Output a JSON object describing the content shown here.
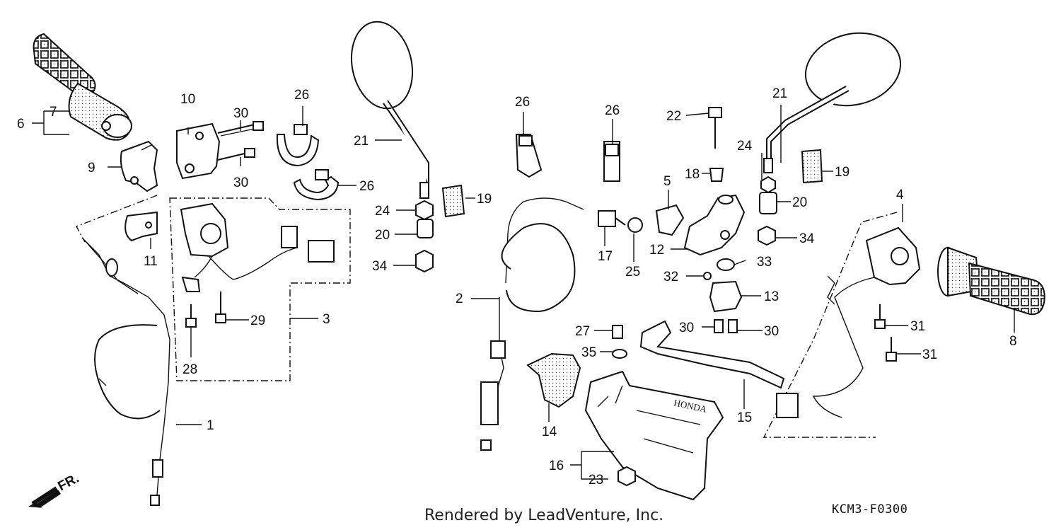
{
  "diagram": {
    "type": "exploded-parts-diagram",
    "direction_label": "FR.",
    "brand_mark": "HONDA",
    "footer": {
      "credit": "Rendered by LeadVenture, Inc.",
      "code": "KCM3-F0300"
    },
    "callouts": [
      "1",
      "2",
      "3",
      "4",
      "5",
      "6",
      "7",
      "8",
      "9",
      "10",
      "11",
      "12",
      "13",
      "14",
      "15",
      "16",
      "17",
      "18",
      "19",
      "20",
      "21",
      "22",
      "23",
      "24",
      "25",
      "26",
      "27",
      "28",
      "29",
      "30",
      "31",
      "32",
      "33",
      "34",
      "35"
    ],
    "icons": {
      "front-arrow": "arrow-left-down-icon"
    }
  }
}
